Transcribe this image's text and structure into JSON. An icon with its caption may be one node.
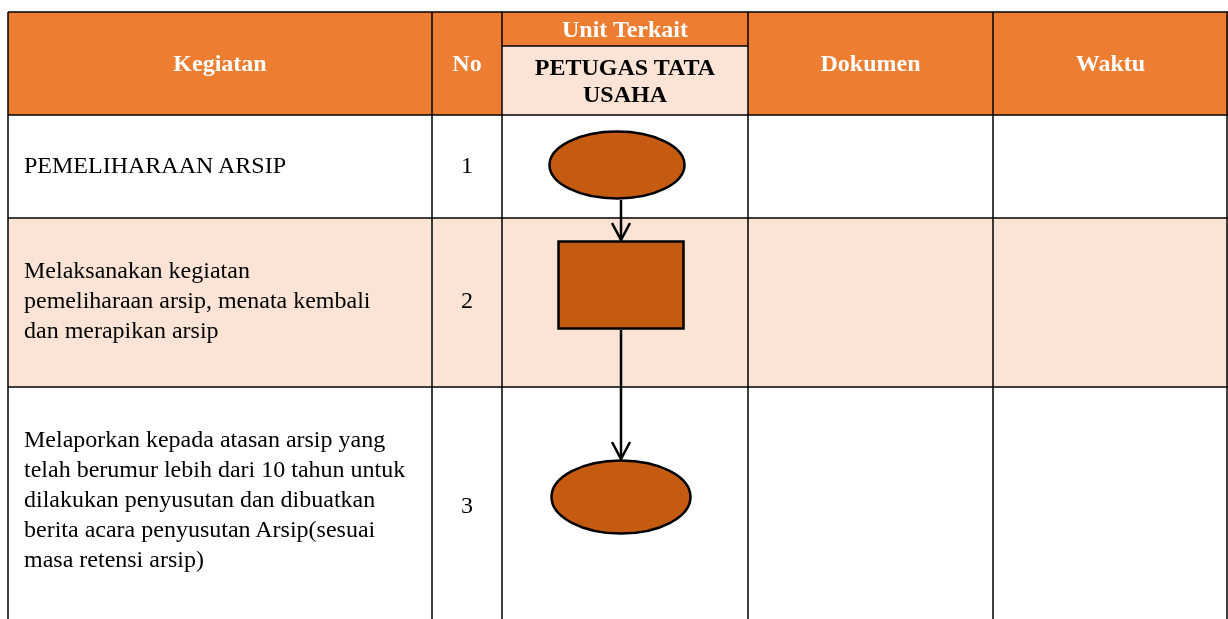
{
  "diagram": {
    "nodes": [
      {
        "text": [],
        "shape": "circle"
      },
      {
        "text": [],
        "shape": "box"
      },
      {
        "text": [],
        "shape": "circle"
      }
    ],
    "edges": [
      {
        "from": 0,
        "to": 1,
        "arrow": "to"
      },
      {
        "from": 1,
        "to": 2,
        "arrow": "to"
      }
    ],
    "labels": [
      "Kegiatan",
      "No",
      "Unit Terkait",
      "PETUGAS TATA USAHA",
      "Dokumen",
      "Waktu",
      "PEMELIHARAAN ARSIP",
      "1",
      "Melaksanakan kegiatan pemeliharaan arsip, menata kembali dan merapikan arsip",
      "2",
      "Melaporkan kepada atasan arsip yang telah berumur lebih dari 10 tahun untuk dilakukan penyusutan dan dibuatkan berita acara penyusutan Arsip(sesuai masa retensi arsip)",
      "3"
    ]
  }
}
